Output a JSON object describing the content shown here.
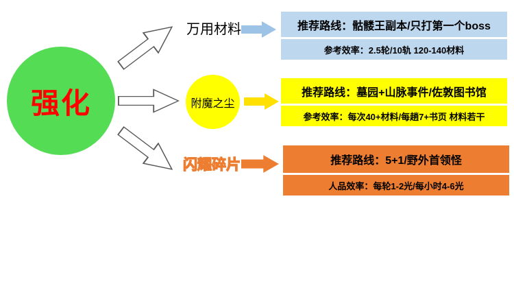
{
  "root_node": {
    "label": "强化",
    "bg": "#55DC55",
    "text_color": "#FF0000"
  },
  "branches": [
    {
      "node_label": "万用材料",
      "arrow_color": "#9DC3E6",
      "box_bg": "#BDD7EE",
      "line1": "推荐路线：骷髅王副本/只打第一个boss",
      "line2": "参考效率：2.5轮/10轨  120-140材料"
    },
    {
      "node_label": "附魔之尘",
      "node_bg": "#FFFF00",
      "arrow_color": "#FFE000",
      "box_bg": "#FFFF00",
      "line1": "推荐路线：墓园+山脉事件/佐敦图书馆",
      "line2": "参考效率：每次40+材料/每趟7+书页 材料若干"
    },
    {
      "node_label": "闪耀碎片",
      "arrow_color": "#ED7D31",
      "box_bg": "#ED7D31",
      "line1": "推荐路线：5+1/野外首领怪",
      "line2": "人品效率：每轮1-2光/每小时4-6光"
    }
  ]
}
